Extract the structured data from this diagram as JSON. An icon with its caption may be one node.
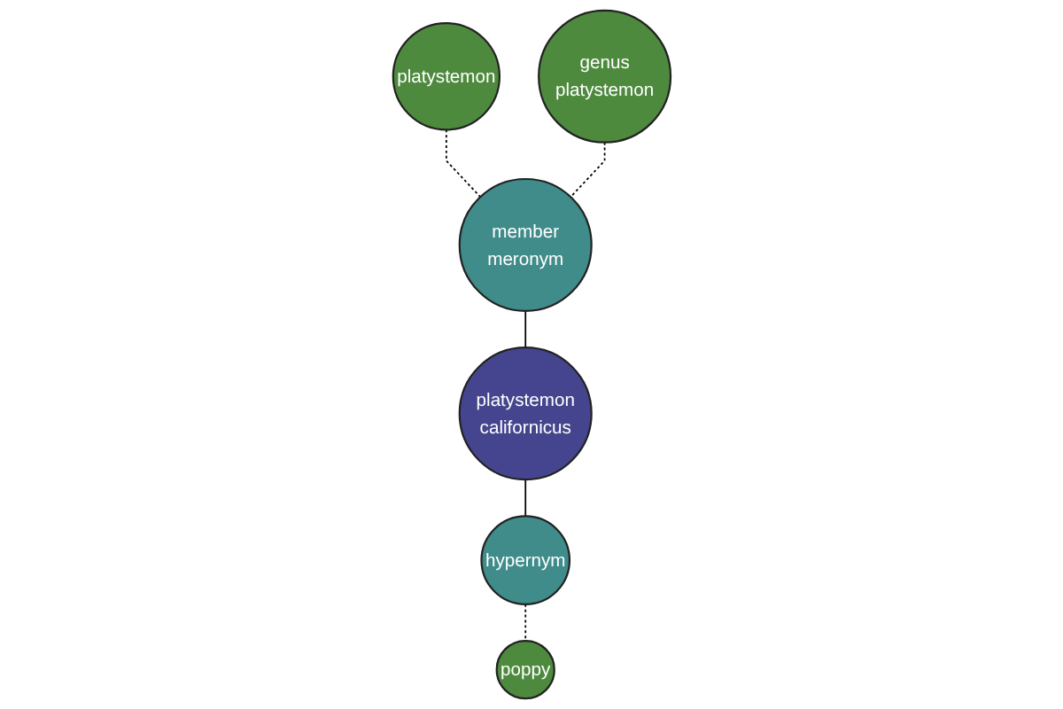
{
  "diagram": {
    "nodes": [
      {
        "text": [
          "platystemon"
        ]
      },
      {
        "text": [
          "genus platystemon"
        ]
      },
      {
        "text": [
          "member meronym"
        ]
      },
      {
        "text": [
          "platystemon californicus"
        ]
      },
      {
        "text": [
          "hypernym"
        ]
      },
      {
        "text": [
          "poppy"
        ]
      }
    ],
    "edges": [
      {
        "from": 0,
        "to": 2,
        "arrow": "none",
        "style": "dashed"
      },
      {
        "from": 1,
        "to": 2,
        "arrow": "none",
        "style": "dashed"
      },
      {
        "from": 2,
        "to": 3,
        "arrow": "none"
      },
      {
        "from": 3,
        "to": 4,
        "arrow": "none"
      },
      {
        "from": 4,
        "to": 5,
        "arrow": "none",
        "style": "dashed"
      }
    ]
  }
}
